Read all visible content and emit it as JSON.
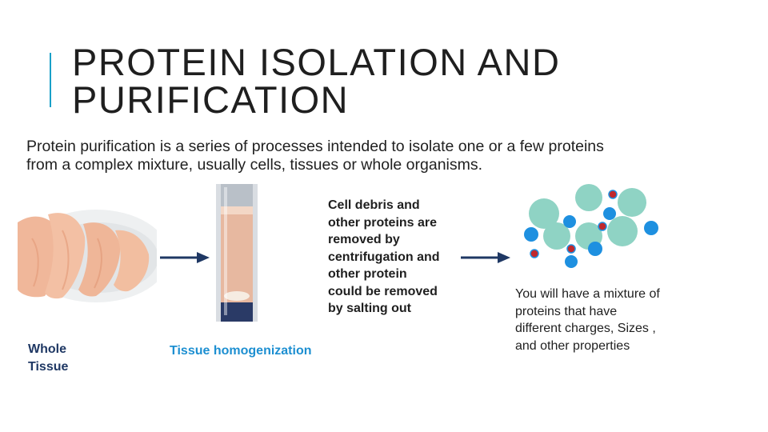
{
  "slide": {
    "title_line1": "PROTEIN ISOLATION AND",
    "title_line2": "PURIFICATION",
    "intro_line1": "Protein purification is a series of processes intended to isolate one or a few proteins",
    "intro_line2": "from a complex mixture, usually cells, tissues or whole organisms."
  },
  "steps": {
    "whole_tissue_line1": "Whole",
    "whole_tissue_line2": "Tissue",
    "homogenization": "Tissue homogenization",
    "removal_note": [
      "Cell debris and",
      "other proteins are",
      "removed by",
      "centrifugation and",
      "other protein",
      "could be removed",
      "by salting out"
    ],
    "mixture_note": [
      "You will have a mixture of",
      "proteins that have",
      "different charges, Sizes ,",
      "and other properties"
    ]
  },
  "colors": {
    "accent": "#1aa0c8",
    "caption_dark": "#1f3864",
    "caption_blue": "#1d8fd1",
    "arrow": "#1f3864",
    "big_protein": "#8fd3c4",
    "small_blue_protein": "#1e90e0",
    "small_red_protein": "#c0282d"
  },
  "icons": {
    "tissue_image": "chicken-breast-image",
    "tube_image": "centrifuge-tube-image",
    "mixture_image": "protein-mixture-diagram"
  }
}
